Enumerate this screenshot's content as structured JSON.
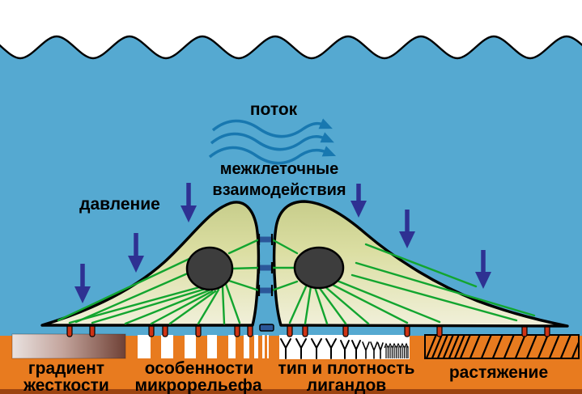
{
  "labels": {
    "flow": "поток",
    "intercellular": {
      "line1": "межклеточные",
      "line2": "взаимодействия"
    },
    "pressure": "давление",
    "stiffness_gradient": {
      "line1": "градиент",
      "line2": "жесткости"
    },
    "microrelief": {
      "line1": "особенности",
      "line2": "микрорельефа"
    },
    "ligands": {
      "line1": "тип и плотность",
      "line2": "лигандов"
    },
    "stretch": "растяжение"
  },
  "colors": {
    "water_blue": "#55a9d1",
    "substrate_orange": "#e87b1f",
    "substrate_edge_dark": "#9c4410",
    "cell_olive_top": "#c7cd8b",
    "cell_cream_bottom": "#f1f0da",
    "cell_outline": "#000000",
    "nucleus_gray": "#3d3d3d",
    "cytoskeleton_green": "#12a52f",
    "adhesion_red": "#ce3415",
    "pressure_arrow_navy": "#2e3192",
    "flow_arrow_blue": "#1878b0",
    "junction_blue": "#2b5799",
    "stiffness_light": "#e9e2e0",
    "stiffness_dark": "#6f4136",
    "label_black": "#000000"
  },
  "icons": {
    "flow": "wavy-flow-arrows-right",
    "pressure": "down-arrows",
    "junctions": "cell-cell-junction-bars",
    "adhesions": "focal-adhesion-stubs",
    "ligand_zone": "y-shaped-ligands",
    "stretch_zone": "diagonal-hatch-block",
    "microrelief_zone": "vertical-groove-stripes",
    "stiffness_zone": "stiffness-gradient-bar",
    "surface": "wavy-liquid-surface"
  }
}
